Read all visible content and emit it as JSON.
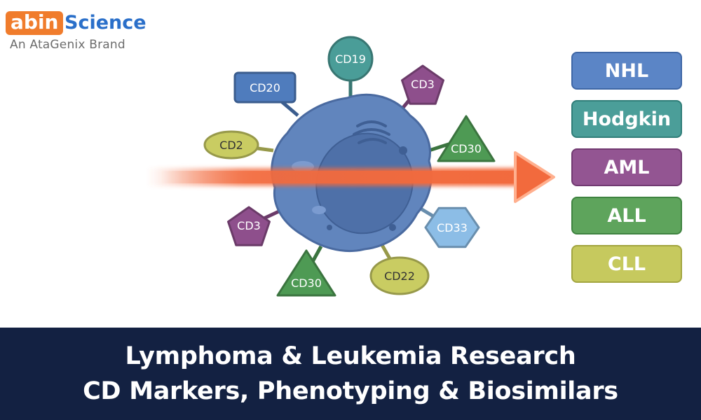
{
  "logo": {
    "brand_a": "abin",
    "brand_b": "Science",
    "tagline": "An AtaGenix Brand"
  },
  "markers": [
    {
      "label": "CD19",
      "shape": "circle",
      "color": "#4a9d98"
    },
    {
      "label": "CD3",
      "shape": "pentagon",
      "color": "#8e4f8c"
    },
    {
      "label": "CD30",
      "shape": "triangle",
      "color": "#4e9a54"
    },
    {
      "label": "CD33",
      "shape": "hexagon",
      "color": "#8cbde6"
    },
    {
      "label": "CD22",
      "shape": "ellipse",
      "color": "#c9cc62"
    },
    {
      "label": "CD30",
      "shape": "triangle",
      "color": "#4e9a54"
    },
    {
      "label": "CD3",
      "shape": "pentagon",
      "color": "#8e4f8c"
    },
    {
      "label": "CD2",
      "shape": "ellipse",
      "color": "#c9cc62"
    },
    {
      "label": "CD20",
      "shape": "rect",
      "color": "#4f7cbd"
    }
  ],
  "diseases": [
    {
      "label": "NHL",
      "color": "#5b85c6",
      "border": "#3f67a6"
    },
    {
      "label": "Hodgkin",
      "color": "#4b9e99",
      "border": "#2f7d78"
    },
    {
      "label": "AML",
      "color": "#935592",
      "border": "#713a71"
    },
    {
      "label": "ALL",
      "color": "#5ea45c",
      "border": "#3f8340"
    },
    {
      "label": "CLL",
      "color": "#c6c95e",
      "border": "#a2a53f"
    }
  ],
  "banner": {
    "line1": "Lymphoma & Leukemia Research",
    "line2": "CD Markers, Phenotyping & Biosimilars"
  }
}
